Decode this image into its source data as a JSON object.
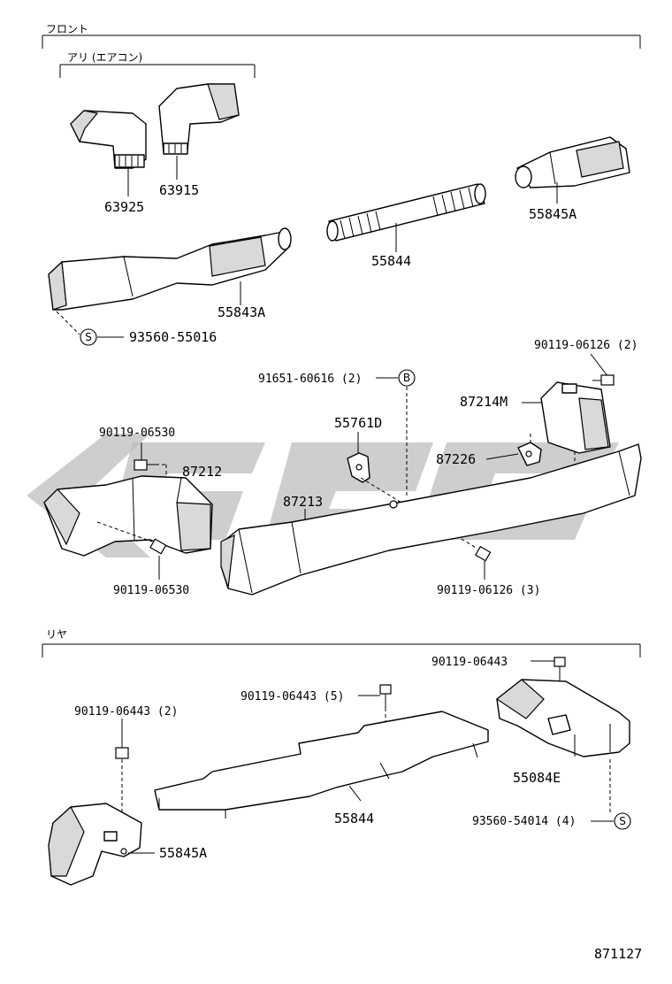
{
  "sections": {
    "front": "フロント",
    "front_sub": "アリ (エアコン)",
    "rear": "リヤ"
  },
  "labels": {
    "p63925": "63925",
    "p63915": "63915",
    "p55844_front": "55844",
    "p55845A_front": "55845A",
    "p55843A": "55843A",
    "s93560_55016": "93560-55016",
    "p90119_06126_2": "90119-06126 (2)",
    "p91651_60616_2": "91651-60616 (2)",
    "p87214M": "87214M",
    "p90119_06530_top": "90119-06530",
    "p55761D": "55761D",
    "p87212": "87212",
    "p87226": "87226",
    "p87213": "87213",
    "p90119_06530_bottom": "90119-06530",
    "p90119_06126_3": "90119-06126 (3)",
    "p90119_06443_right": "90119-06443",
    "p90119_06443_5": "90119-06443 (5)",
    "p90119_06443_2": "90119-06443 (2)",
    "p55084E": "55084E",
    "p55844_rear": "55844",
    "p55845A_rear": "55845A",
    "s93560_54014_4": "93560-54014 (4)"
  },
  "marks": {
    "s": "S",
    "b": "B"
  },
  "catalog_number": "871127"
}
